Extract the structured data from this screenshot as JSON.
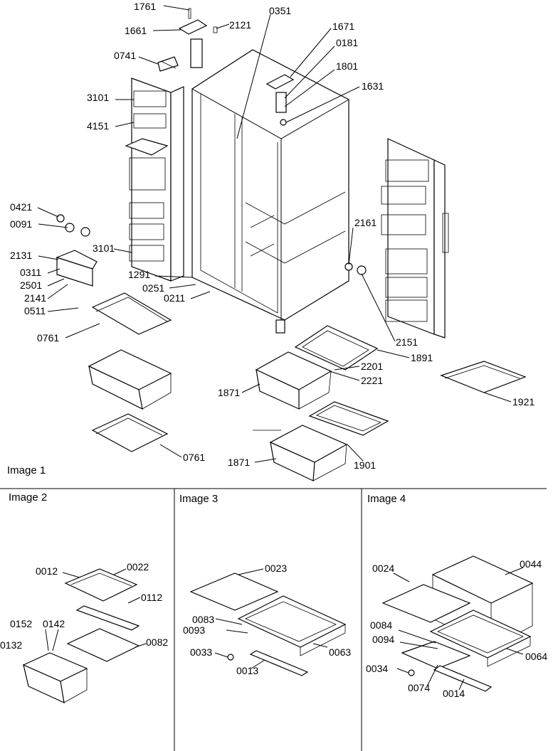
{
  "panels": {
    "image1": "Image 1",
    "image2": "Image 2",
    "image3": "Image 3",
    "image4": "Image 4"
  },
  "callouts": {
    "c1761": "1761",
    "c1661": "1661",
    "c2121": "2121",
    "c0351": "0351",
    "c1671": "1671",
    "c0181": "0181",
    "c0741": "0741",
    "c1801": "1801",
    "c3101a": "3101",
    "c1631": "1631",
    "c4151": "4151",
    "c0421": "0421",
    "c0091": "0091",
    "c2161": "2161",
    "c3101b": "3101",
    "c2131": "2131",
    "c0311": "0311",
    "c1291": "1291",
    "c2501": "2501",
    "c0251": "0251",
    "c0211": "0211",
    "c2141": "2141",
    "c0511": "0511",
    "c2151": "2151",
    "c0761a": "0761",
    "c1891": "1891",
    "c2201": "2201",
    "c2221": "2221",
    "c1871a": "1871",
    "c1921": "1921",
    "c0761b": "0761",
    "c1871b": "1871",
    "c1901": "1901",
    "c0012": "0012",
    "c0022": "0022",
    "c0112": "0112",
    "c0152": "0152",
    "c0142": "0142",
    "c0132": "0132",
    "c0082": "0082",
    "c0023": "0023",
    "c0083": "0083",
    "c0093": "0093",
    "c0033": "0033",
    "c0013": "0013",
    "c0063": "0063",
    "c0024": "0024",
    "c0044": "0044",
    "c0084": "0084",
    "c0094": "0094",
    "c0034": "0034",
    "c0074": "0074",
    "c0014": "0014",
    "c0064": "0064"
  }
}
